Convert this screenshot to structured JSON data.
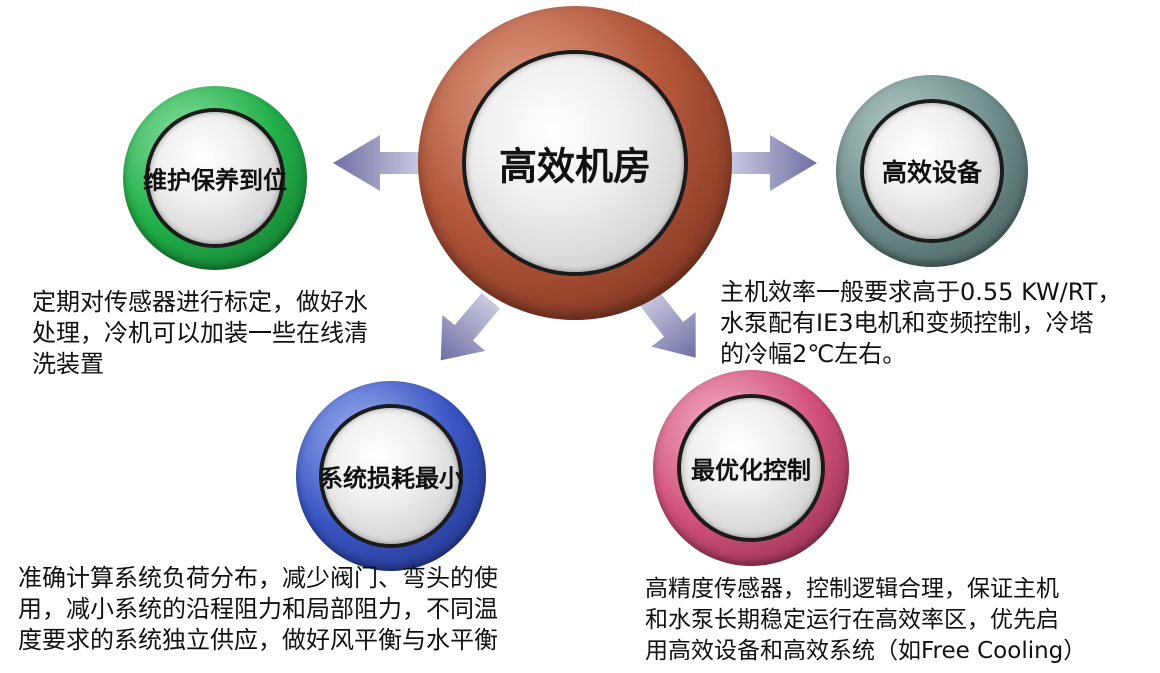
{
  "center": {
    "label": "高效机房"
  },
  "nodes": {
    "maintenance": {
      "label": "维护保养到位",
      "ring_color": "#22b04a"
    },
    "equipment": {
      "label": "高效设备",
      "ring_color": "#6e8e8b"
    },
    "loss": {
      "label": "系统损耗最小",
      "ring_color": "#3a56c4"
    },
    "control": {
      "label": "最优化控制",
      "ring_color": "#d2527b"
    }
  },
  "center_ring_color": "#b4573b",
  "arrow_color": "#8c8cb8",
  "descriptions": {
    "maintenance": [
      "定期对传感器进行标定，做好水",
      "处理，冷机可以加装一些在线清",
      "洗装置"
    ],
    "equipment": [
      "主机效率一般要求高于0.55 KW/RT，",
      "水泵配有IE3电机和变频控制，冷塔",
      "的冷幅2℃左右。"
    ],
    "loss": [
      "准确计算系统负荷分布，减少阀门、弯头的使",
      "用，减小系统的沿程阻力和局部阻力，不同温",
      "度要求的系统独立供应，做好风平衡与水平衡"
    ],
    "control": [
      "高精度传感器，控制逻辑合理，保证主机",
      "和水泵长期稳定运行在高效率区，优先启",
      "用高效设备和高效系统（如Free Cooling）"
    ]
  }
}
